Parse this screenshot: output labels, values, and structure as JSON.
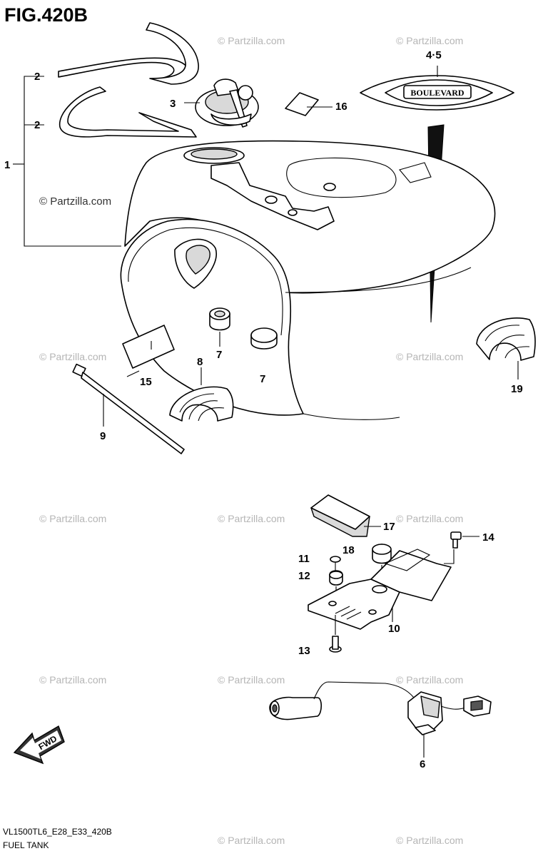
{
  "figure": {
    "title": "FIG.420B",
    "model_code": "VL1500TL6_E28_E33_420B",
    "subtitle": "FUEL TANK"
  },
  "watermark": "© Partzilla.com",
  "callouts": {
    "c1": "1",
    "c2a": "2",
    "c2b": "2",
    "c3": "3",
    "c45": "4·5",
    "c6": "6",
    "c7a": "7",
    "c7b": "7",
    "c8": "8",
    "c9": "9",
    "c10": "10",
    "c11": "11",
    "c12": "12",
    "c13": "13",
    "c14": "14",
    "c15": "15",
    "c16": "16",
    "c17": "17",
    "c18": "18",
    "c19": "19"
  },
  "emblem_text": "BOULEVARD",
  "fwd_label": "FWD"
}
